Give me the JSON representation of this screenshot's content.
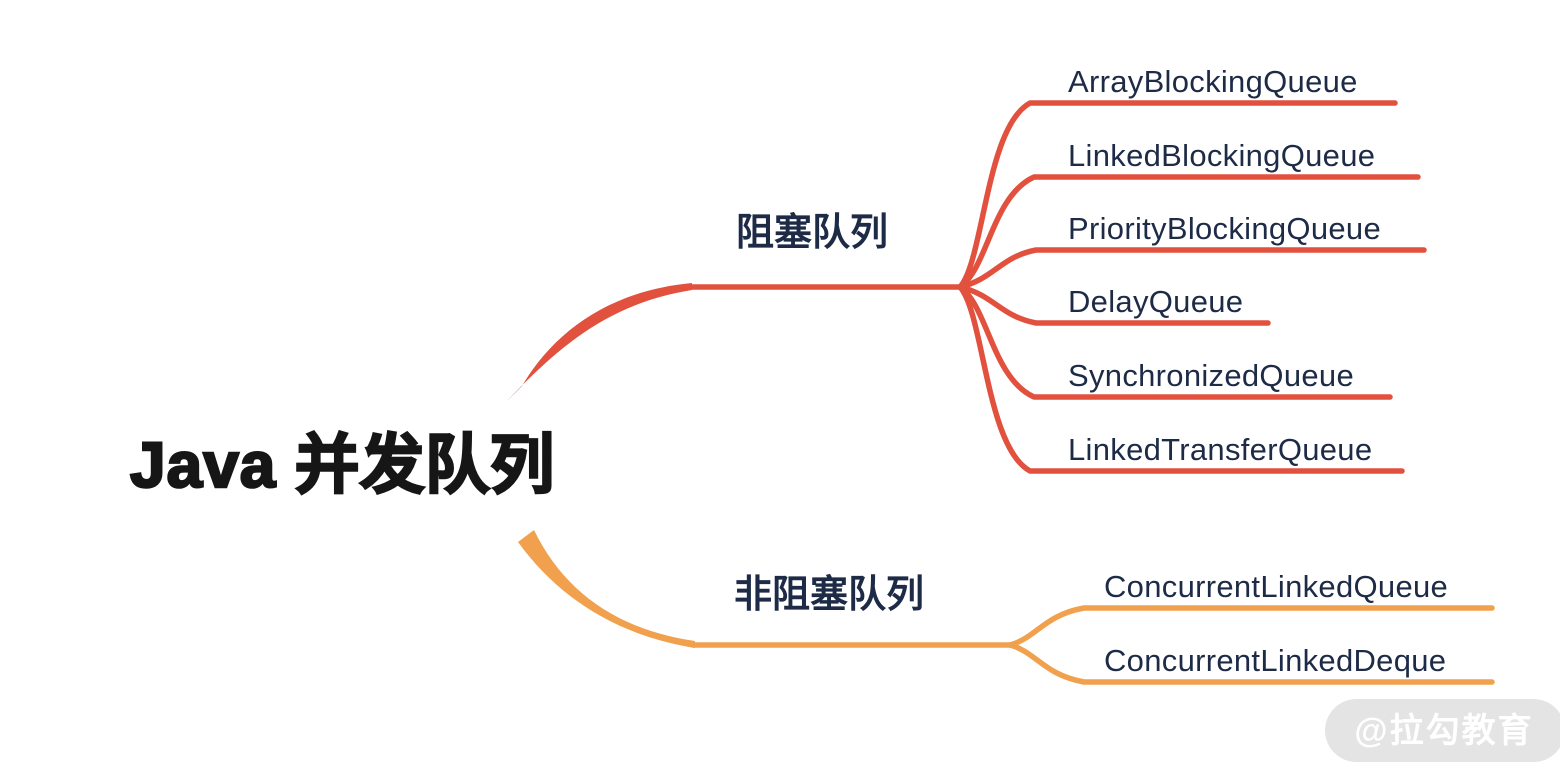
{
  "diagram": {
    "root_label": "Java 并发队列",
    "branches": [
      {
        "label": "阻塞队列",
        "color": "#e2513e",
        "children": [
          "ArrayBlockingQueue",
          "LinkedBlockingQueue",
          "PriorityBlockingQueue",
          "DelayQueue",
          "SynchronizedQueue",
          "LinkedTransferQueue"
        ]
      },
      {
        "label": "非阻塞队列",
        "color": "#f1a14d",
        "children": [
          "ConcurrentLinkedQueue",
          "ConcurrentLinkedDeque"
        ]
      }
    ],
    "watermark": {
      "text": "@拉勾教育"
    },
    "colors": {
      "background": "#ffffff",
      "root_text": "#161616",
      "label_navy": "#1e2b47",
      "watermark_bg": "#e4e4e4",
      "watermark_text": "#ffffff"
    }
  }
}
